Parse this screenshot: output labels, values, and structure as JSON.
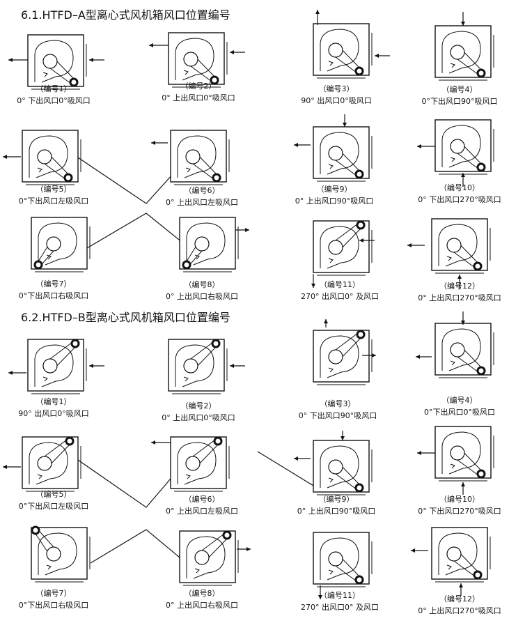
{
  "section_a": {
    "title": "6.1.HTFD–A型离心式风机箱风口位置编号",
    "items": [
      {
        "num": "（编号1）",
        "desc": "0° 下出风口0°吸风口"
      },
      {
        "num": "（编号2）",
        "desc": "0° 上出风口0°吸风口"
      },
      {
        "num": "（编号3）",
        "desc": "90° 出风口0°吸风口"
      },
      {
        "num": "（编号4）",
        "desc": "0°下出风口90°吸风口"
      },
      {
        "num": "（编号5）",
        "desc": "0°下出风口左吸风口"
      },
      {
        "num": "（编号6）",
        "desc": "0° 上出风口左吸风口"
      },
      {
        "num": "（编号9）",
        "desc": "0° 上出风口90°吸风口"
      },
      {
        "num": "（编号10）",
        "desc": "0° 下出风口270°吸风口"
      },
      {
        "num": "（编号7）",
        "desc": "0°下出风口右吸风口"
      },
      {
        "num": "（编号8）",
        "desc": "0° 上出风口右吸风口"
      },
      {
        "num": "（编号11）",
        "desc": "270° 出风口0° 及风口"
      },
      {
        "num": "（编号12）",
        "desc": "0° 上出风口270°吸风口"
      }
    ]
  },
  "section_b": {
    "title": "6.2.HTFD–B型离心式风机箱风口位置编号",
    "items": [
      {
        "num": "（编号1）",
        "desc": "90° 出风口0°吸风口"
      },
      {
        "num": "（编号2）",
        "desc": "0° 上出风口0°吸风口"
      },
      {
        "num": "（编号3）",
        "desc": "0° 下出风口90°吸风口"
      },
      {
        "num": "（编号4）",
        "desc": "0°下出风口0°吸风口"
      },
      {
        "num": "（编号5）",
        "desc": "0°下出风口左吸风口"
      },
      {
        "num": "（编号6）",
        "desc": "0° 上出风口左吸风口"
      },
      {
        "num": "（编号9）",
        "desc": "0° 上出风口90°吸风口"
      },
      {
        "num": "（编号10）",
        "desc": "0° 下出风口270°吸风口"
      },
      {
        "num": "（编号7）",
        "desc": "0°下出风口右吸风口"
      },
      {
        "num": "（编号8）",
        "desc": "0° 上出风口右吸风口"
      },
      {
        "num": "（编号11）",
        "desc": "270° 出风口0° 及风口"
      },
      {
        "num": "（编号12）",
        "desc": "0° 上出风口270°吸风口"
      }
    ]
  }
}
